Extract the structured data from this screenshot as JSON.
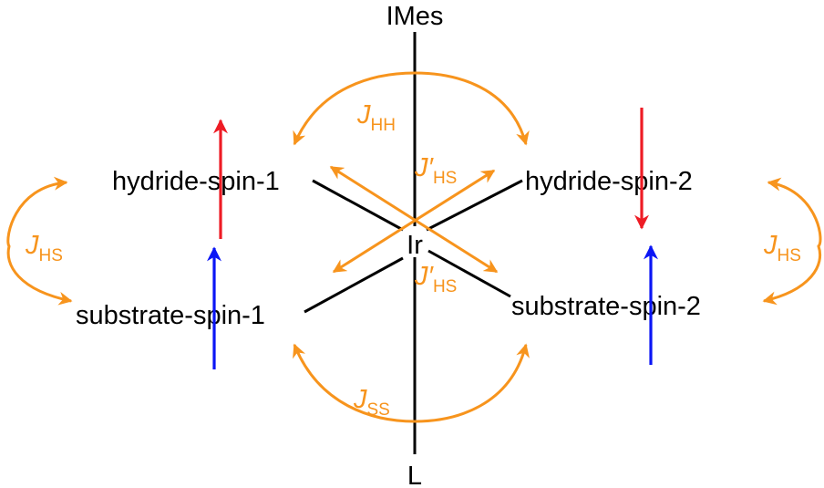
{
  "colors": {
    "bond": "#000000",
    "coupling": "#f7941d",
    "hydride_spin": "#ee1c25",
    "substrate_spin": "#0b16f5"
  },
  "atoms": {
    "top": "IMes",
    "center": "Ir",
    "bottom": "L"
  },
  "ligands": {
    "hydride_1": "hydride-spin-1",
    "hydride_2": "hydride-spin-2",
    "substrate_1": "substrate-spin-1",
    "substrate_2": "substrate-spin-2"
  },
  "couplings": {
    "hh": {
      "main": "J",
      "sub": "HH"
    },
    "ss": {
      "main": "J",
      "sub": "SS"
    },
    "hs_left": {
      "main": "J",
      "sub": "HS"
    },
    "hs_right": {
      "main": "J",
      "sub": "HS"
    },
    "hs_cross_upper": {
      "main": "J′",
      "sub": "HS"
    },
    "hs_cross_lower": {
      "main": "J′",
      "sub": "HS"
    }
  },
  "spins": {
    "hydride_1": "up",
    "hydride_2": "down",
    "substrate_1": "up",
    "substrate_2": "up"
  }
}
